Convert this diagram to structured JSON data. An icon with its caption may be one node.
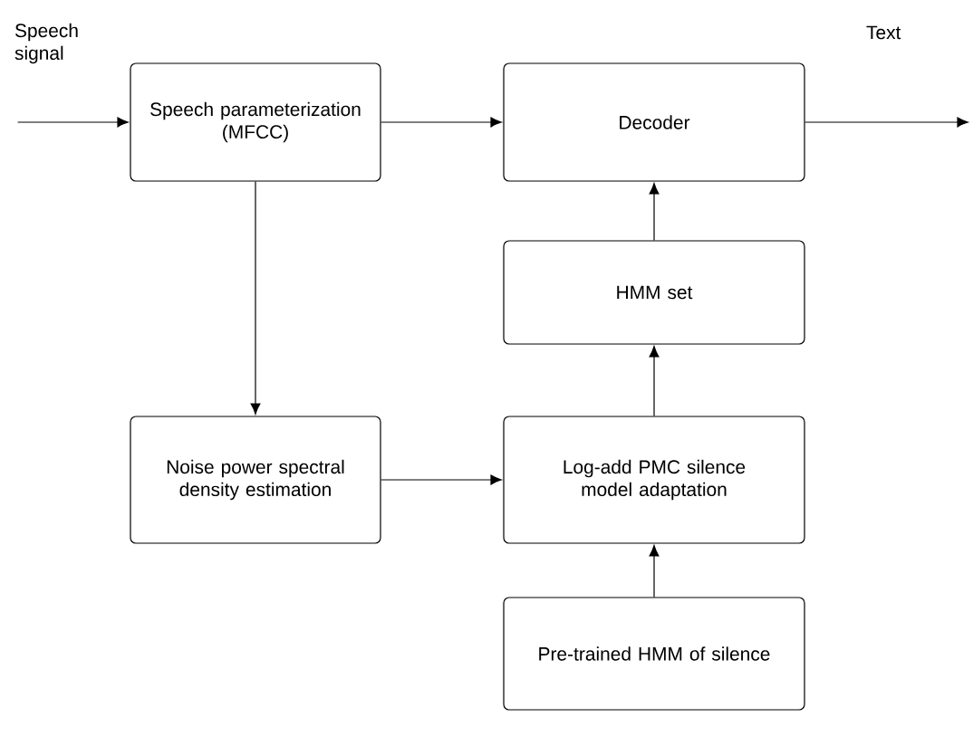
{
  "diagram": {
    "nodes": [
      {
        "text": [
          "Speech signal"
        ]
      },
      {
        "text": [
          "Speech parameterization (MFCC)"
        ]
      },
      {
        "text": [
          "Decoder"
        ]
      },
      {
        "text": [
          "Text"
        ]
      },
      {
        "text": [
          "HMM set"
        ]
      },
      {
        "text": [
          "Noise power spectral density estimation"
        ]
      },
      {
        "text": [
          "Log-add PMC silence model adaptation"
        ]
      },
      {
        "text": [
          "Pre-trained HMM of silence"
        ]
      }
    ],
    "edges": [
      {
        "from": 0,
        "to": 1,
        "arrow": "to"
      },
      {
        "from": 1,
        "to": 2,
        "arrow": "to"
      },
      {
        "from": 2,
        "to": 3,
        "arrow": "to"
      },
      {
        "from": 1,
        "to": 5,
        "arrow": "to"
      },
      {
        "from": 5,
        "to": 6,
        "arrow": "to"
      },
      {
        "from": 7,
        "to": 6,
        "arrow": "to"
      },
      {
        "from": 6,
        "to": 4,
        "arrow": "to"
      },
      {
        "from": 4,
        "to": 2,
        "arrow": "to"
      }
    ]
  }
}
